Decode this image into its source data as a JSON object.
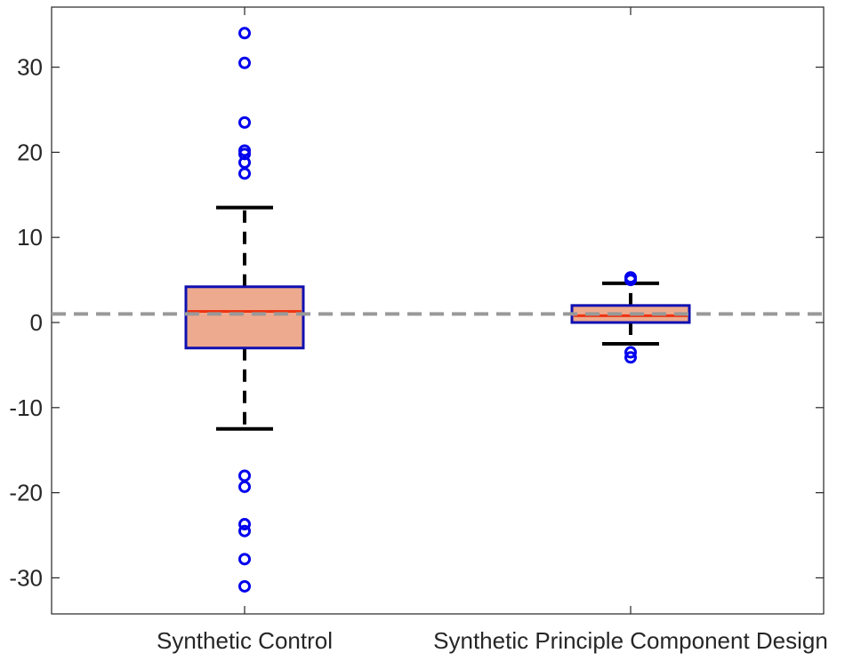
{
  "chart_data": {
    "type": "boxplot",
    "title": "",
    "xlabel": "",
    "ylabel": "",
    "categories": [
      "Synthetic Control",
      "Synthetic Principle Component Design"
    ],
    "ylim": [
      -34.5,
      37
    ],
    "yticks": [
      -30,
      -20,
      -10,
      0,
      10,
      20,
      30
    ],
    "ytick_labels": [
      "-30",
      "-20",
      "-10",
      "0",
      "10",
      "20",
      "30"
    ],
    "reference_line": 1.0,
    "boxes": [
      {
        "category": "Synthetic Control",
        "q1": -3.0,
        "median": 1.3,
        "q3": 4.2,
        "whisker_low": -12.5,
        "whisker_high": 13.5,
        "outliers": [
          34.0,
          30.5,
          23.5,
          20.2,
          19.8,
          18.8,
          17.5,
          -18.0,
          -19.3,
          -23.7,
          -24.5,
          -27.8,
          -31.0
        ]
      },
      {
        "category": "Synthetic Principle Component Design",
        "q1": 0.0,
        "median": 0.8,
        "q3": 2.0,
        "whisker_low": -2.5,
        "whisker_high": 4.6,
        "outliers": [
          5.3,
          5.0,
          -3.5,
          -4.1
        ]
      }
    ],
    "colors": {
      "box_fill": "#EDAA8E",
      "box_edge": "#1010B0",
      "median": "#EE3311",
      "whisker": "#000000",
      "outlier": "#0000EE",
      "reference": "#999999",
      "axis": "#262626"
    }
  }
}
